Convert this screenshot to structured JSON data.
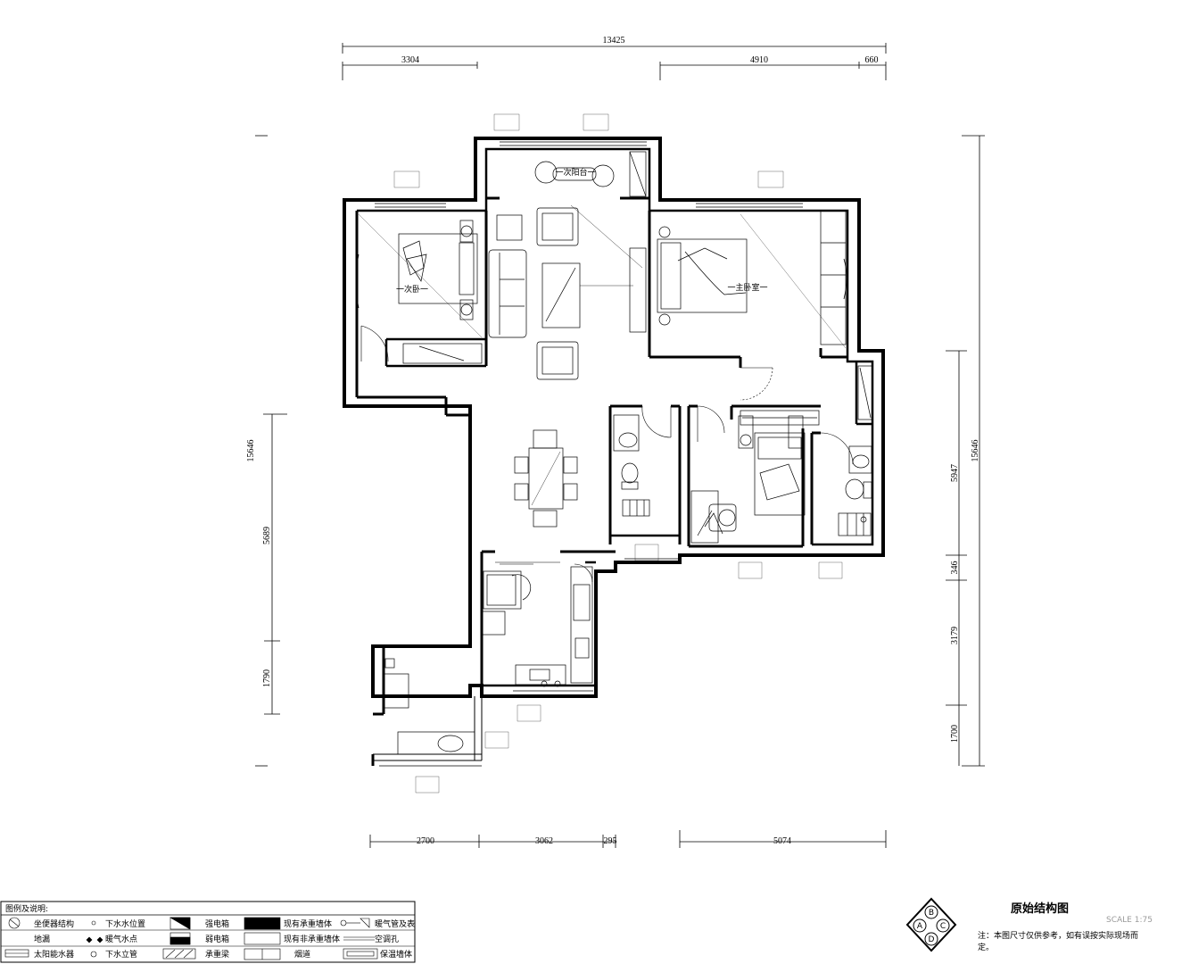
{
  "dimensions": {
    "top_total": "13425",
    "top_left": "3304",
    "top_mid": "4910",
    "top_right": "660",
    "left_total": "15646",
    "left_mid": "5689",
    "left_low": "1790",
    "right_total": "15646",
    "right_upper": "5947",
    "right_a": "346",
    "right_b": "3179",
    "right_c": "1700",
    "bottom_a": "2700",
    "bottom_b": "3062",
    "bottom_c": "295",
    "bottom_d": "5074"
  },
  "rooms": {
    "balcony": "一次阳台一",
    "second_bedroom": "一次卧一",
    "master_bedroom": "一主卧室一"
  },
  "legend": {
    "heading": "图例及说明:",
    "rows": [
      [
        "坐便器结构",
        "下水水位置",
        "强电箱",
        "现有承重墙体",
        "暖气管及表"
      ],
      [
        "地漏",
        "暖气水点",
        "弱电箱",
        "现有非承重墙体",
        "空调孔"
      ],
      [
        "太阳能水器",
        "下水立管",
        "承重梁",
        "烟道",
        "保温墙体"
      ]
    ]
  },
  "title_block": {
    "title": "原始结构图",
    "scale": "SCALE  1:75",
    "compass": [
      "A",
      "B",
      "C",
      "D"
    ],
    "note_line1": "注：本图尺寸仅供参考，如有误按实际现场而",
    "note_line2": "定。"
  }
}
